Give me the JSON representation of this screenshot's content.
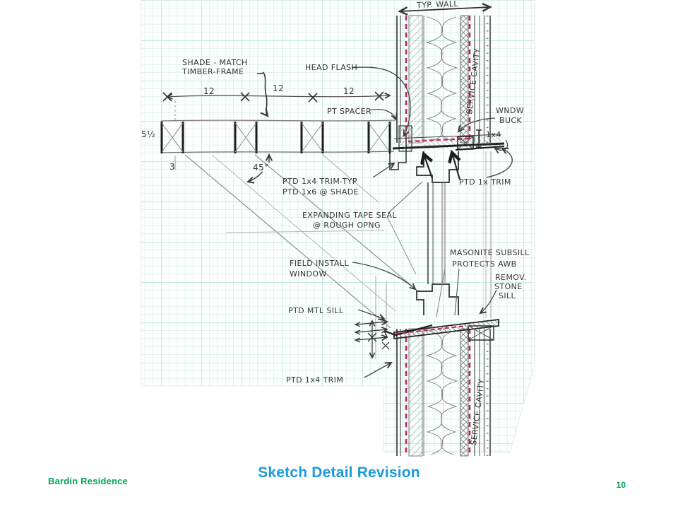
{
  "slide": {
    "footer": {
      "project_name": "Bardin Residence",
      "title": "Sketch Detail Revision",
      "page_number": "10"
    },
    "colors": {
      "title_blue": "#1A9CD9",
      "accent_green": "#00A556",
      "grid_teal": "#DDF3EC",
      "ink": "#2E2C2A",
      "pencil": "#8B8B8B",
      "membrane_red": "#BE2A52"
    }
  },
  "sketch": {
    "annotations": {
      "typ_wall": "TYP. WALL",
      "shade_match_1": "SHADE - MATCH",
      "shade_match_2": "TIMBER-FRAME",
      "head_flash": "HEAD FLASH",
      "pt_spacer": "PT SPACER",
      "wndw_buck_1": "WNDW",
      "wndw_buck_2": "BUCK",
      "one_by_four": "1x4",
      "ptd_1x_trim": "PTD 1x TRIM",
      "ptd_1x4_trim_typ": "PTD 1x4 TRIM-TYP",
      "ptd_1x6_shade": "PTD 1x6 @ SHADE",
      "expanding_tape_1": "EXPANDING TAPE SEAL",
      "expanding_tape_2": "@ ROUGH OPNG",
      "field_install_1": "FIELD INSTALL",
      "field_install_2": "WINDOW",
      "masonite_1": "MASONITE SUBSILL",
      "masonite_2": "PROTECTS AWB",
      "remov_1": "REMOV.",
      "remov_2": "STONE",
      "remov_3": "SILL",
      "ptd_mtl_sill": "PTD MTL SILL",
      "ptd_1x4_trim_bottom": "PTD 1x4 TRIM",
      "service_cavity_upper": "SERVICE CAVITY",
      "service_cavity_lower": "SERVICE CAVITY"
    },
    "dimensions": {
      "bay_1": "12",
      "bay_2": "12",
      "bay_3": "12",
      "shade_depth": "5½",
      "post_width": "3",
      "brace_angle": "45°"
    }
  }
}
